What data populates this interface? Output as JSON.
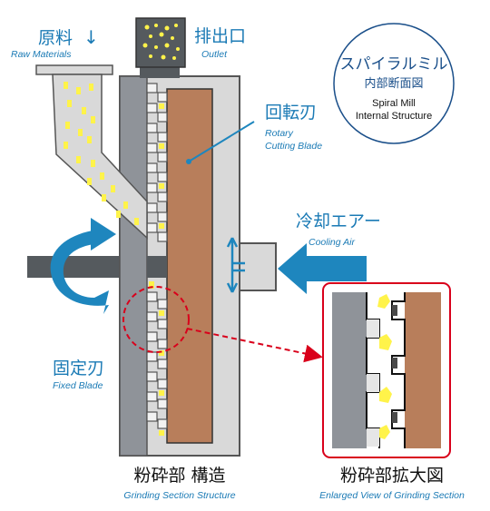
{
  "labels": {
    "raw_materials_jp": "原料",
    "raw_materials_arrow": "↓",
    "raw_materials_en": "Raw Materials",
    "outlet_jp": "排出口",
    "outlet_en": "Outlet",
    "rotary_blade_jp": "回転刃",
    "rotary_blade_en_1": "Rotary",
    "rotary_blade_en_2": "Cutting Blade",
    "cooling_air_jp": "冷却エアー",
    "cooling_air_en": "Cooling Air",
    "fixed_blade_jp": "固定刃",
    "fixed_blade_en": "Fixed Blade"
  },
  "badge": {
    "line1": "スパイラルミル",
    "line2": "内部断面図",
    "line3": "Spiral Mill",
    "line4": "Internal Structure"
  },
  "captions": {
    "left_jp": "粉砕部 構造",
    "left_en": "Grinding Section Structure",
    "right_jp": "粉砕部拡大図",
    "right_en": "Enlarged View of Grinding Section"
  },
  "colors": {
    "accent_blue": "#1a7ab5",
    "arrow_blue": "#1e86be",
    "blade_brown": "#b87e5b",
    "fixed_gray": "#8f9399",
    "housing_light": "#d8d8d8",
    "material_yellow": "#fff34a",
    "highlight_red": "#d9001b"
  }
}
